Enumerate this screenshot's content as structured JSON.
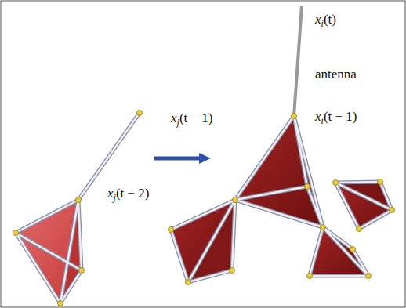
{
  "diagram": {
    "labels": [
      "xj(t − 1)",
      "xj(t − 2)",
      "xi(t)",
      "antenna",
      "xi(t − 1)"
    ]
  }
}
